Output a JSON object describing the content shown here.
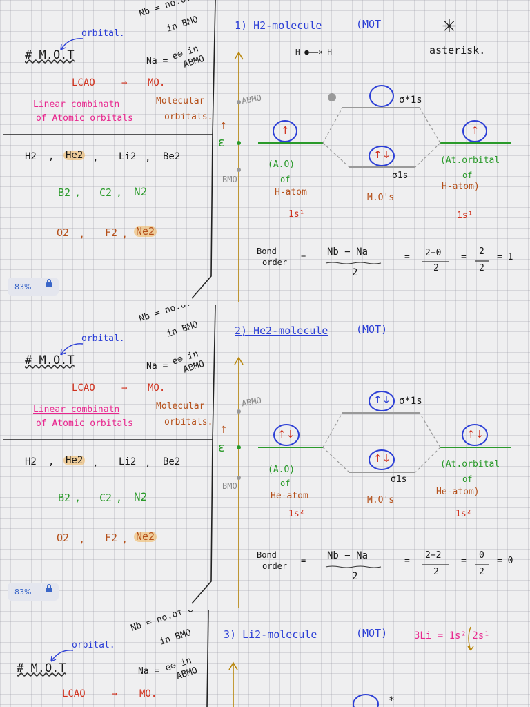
{
  "left_notes": {
    "orbital_label": "orbital.",
    "mot_title": "# M.O.T",
    "nb_def_line1": "Nb = no.of e⊖",
    "nb_def_line2": "in BMO",
    "na_def_prefix": "Na =",
    "na_def_line1": "e⊖ in",
    "na_def_line2": "ABMO",
    "lcao": "LCAO",
    "arrow": "→",
    "mo": "MO.",
    "lcao_expansion_line1": "Linear combinatn",
    "lcao_expansion_line2": "of Atomic orbitals",
    "mo_expansion_line1": "Molecular",
    "mo_expansion_line2": "orbitals.",
    "molecules_row1": [
      "H2",
      "He2",
      "Li2",
      "Be2"
    ],
    "molecules_row2": [
      "B2",
      "C2",
      "N2"
    ],
    "molecules_row3": [
      "O2",
      "F2",
      "Ne2"
    ]
  },
  "zoom_badge": {
    "percent": "83%"
  },
  "diagram_labels": {
    "abmo": "ABMO",
    "bmo": "BMO",
    "energy": "ε",
    "ao": "(A.O)",
    "of": "of",
    "mos": "M.O's",
    "sigma_star": "σ*1s",
    "sigma": "σ1s",
    "at_orbital": "(At.orbital",
    "of_right": "of",
    "bond_order_line1": "Bond",
    "bond_order_line2": "order",
    "eq": "=",
    "bo_numerator": "Nb − Na",
    "bo_denominator": "2"
  },
  "section1": {
    "title": "1) H2-molecule",
    "mot": "(MOT",
    "asterisk_symbol": "✳",
    "asterisk_word": "asterisk.",
    "h_h": "H ●——× H",
    "left_atom": "H-atom",
    "right_atom": "H-atom)",
    "config": "1s¹",
    "left_electrons": "↑",
    "right_electrons": "↑",
    "bonding_electrons": "↑↓",
    "antibonding_electrons": "",
    "calc_num": "2−0",
    "calc_den": "2",
    "calc_num2": "2",
    "calc_den2": "2",
    "result": "= 1"
  },
  "section2": {
    "title": "2) He2-molecule",
    "mot": "(MOT)",
    "left_atom": "He-atom",
    "right_atom": "He-atom)",
    "config": "1s²",
    "left_electrons": "↑↓",
    "right_electrons": "↑↓",
    "bonding_electrons": "↑↓",
    "antibonding_electrons": "↑↓",
    "calc_num": "2−2",
    "calc_den": "2",
    "calc_num2": "0",
    "calc_den2": "2",
    "result": "= 0"
  },
  "section3": {
    "title": "3) Li2-molecule",
    "mot": "(MOT)",
    "config_label": "3Li = 1s² 2s¹"
  },
  "colors": {
    "blue_ink": "#2c3fd6",
    "red_ink": "#d0301c",
    "green_ink": "#2a9a2a",
    "brown_ink": "#b5501a",
    "pink_ink": "#e8288f",
    "highlight": "#f0b45a"
  }
}
